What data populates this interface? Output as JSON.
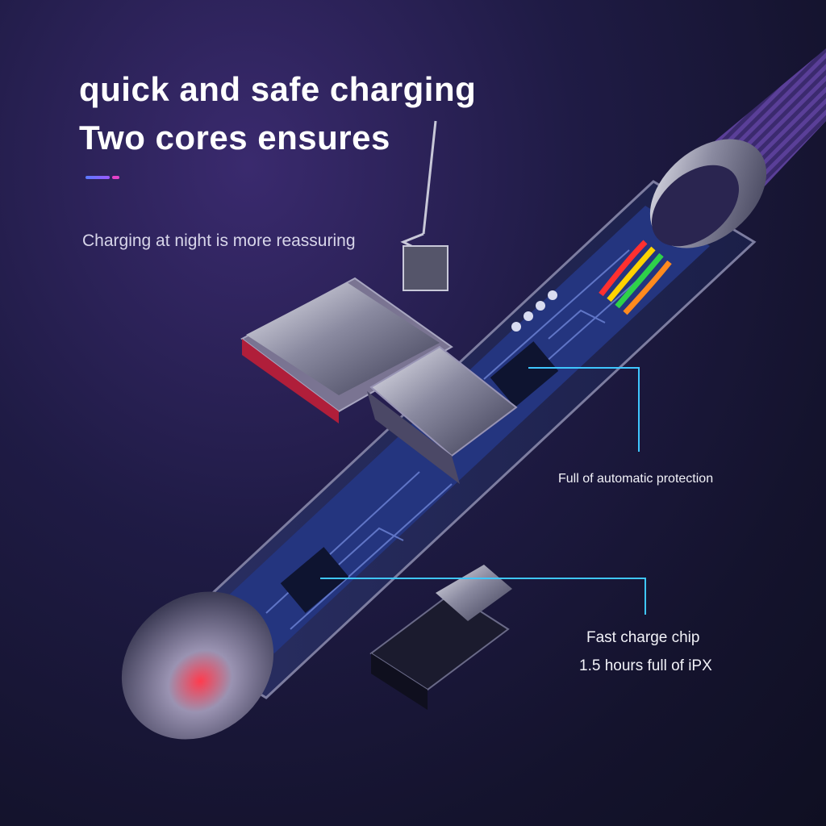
{
  "headline": {
    "line1": "quick and safe charging",
    "line2": "Two cores ensures"
  },
  "subtitle": "Charging at night is more reassuring",
  "callouts": {
    "protection": "Full of automatic protection",
    "chip_line1": "Fast charge chip",
    "chip_line2": "1.5 hours full of iPX"
  },
  "colors": {
    "accent_blue": "#5a7bff",
    "accent_pink": "#e542c8",
    "leader_line": "#3fc6ff",
    "pcb_blue": "#2c3c8c"
  }
}
